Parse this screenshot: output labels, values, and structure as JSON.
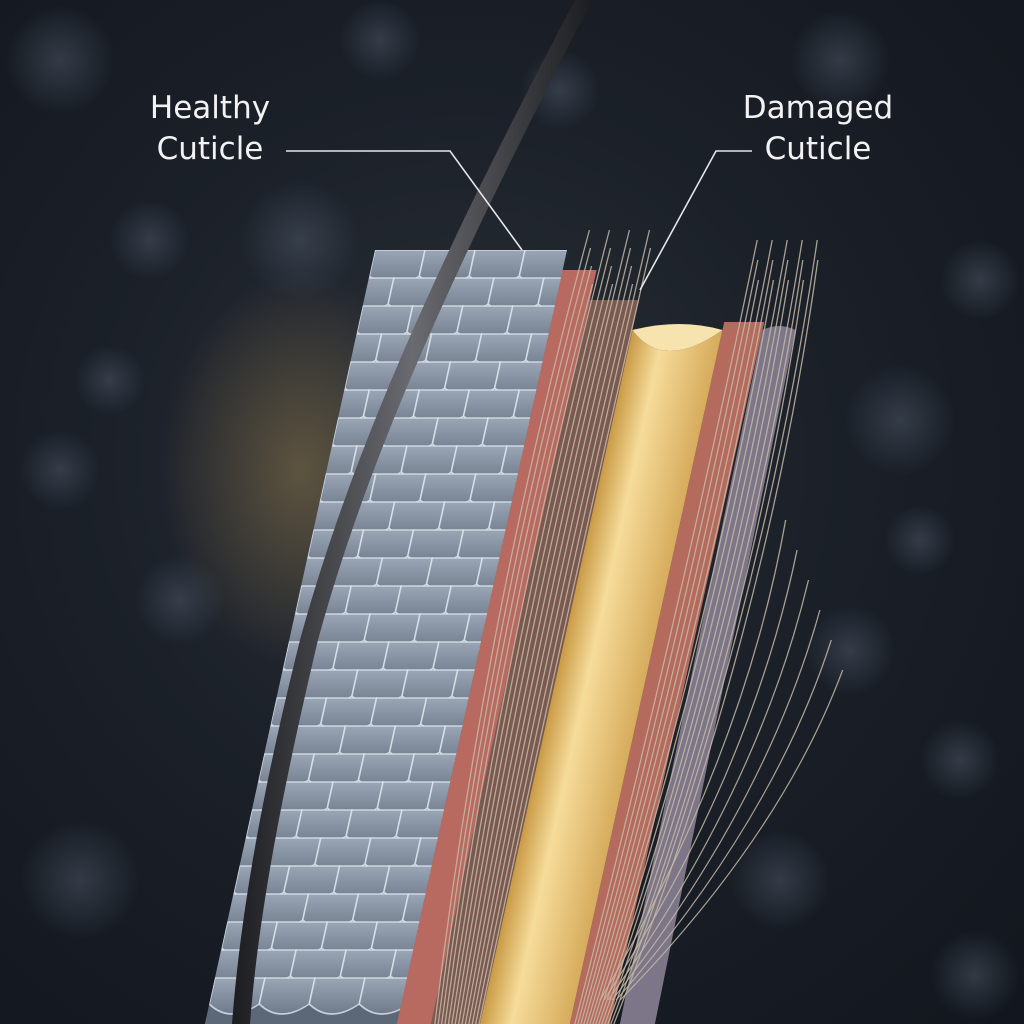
{
  "labels": {
    "healthy": {
      "line1": "Healthy",
      "line2": "Cuticle"
    },
    "damaged": {
      "line1": "Damaged",
      "line2": "Cuticle"
    }
  },
  "colors": {
    "background": "#1b2029",
    "scale": "#8d99a8",
    "scale_edge": "#dfe6ee",
    "cortex_pink": "#b86a60",
    "medulla": "#e8c77a",
    "fiber": "#b8ad9c",
    "strand": "#3a3b3e",
    "outer_gray": "#7d7688"
  }
}
